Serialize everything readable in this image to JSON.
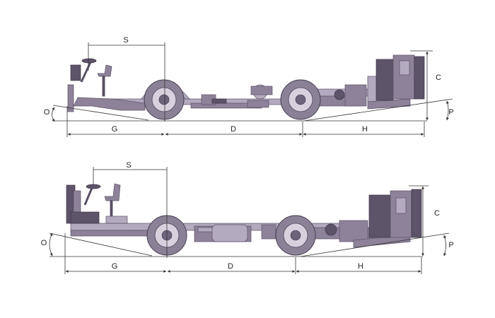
{
  "diagrams": [
    {
      "id": "top-chassis",
      "labels": {
        "S": "S",
        "O": "O",
        "G": "G",
        "D": "D",
        "H": "H",
        "C": "C",
        "P": "P"
      }
    },
    {
      "id": "bottom-chassis",
      "labels": {
        "S": "S",
        "O": "O",
        "G": "G",
        "D": "D",
        "H": "H",
        "C": "C",
        "P": "P"
      }
    }
  ],
  "colors": {
    "chassis": "#8d8299",
    "chassis_light": "#b4aabf",
    "chassis_dark": "#5e546a",
    "dimension_lines": "#333333"
  }
}
